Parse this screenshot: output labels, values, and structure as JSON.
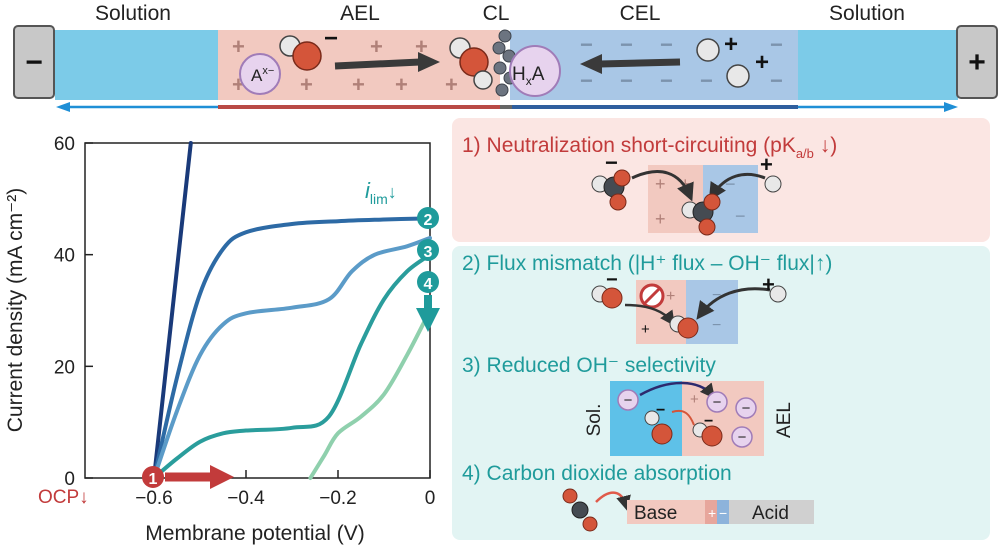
{
  "membrane": {
    "labels": [
      "Solution",
      "AEL",
      "CL",
      "CEL",
      "Solution"
    ],
    "anion_label": "A",
    "anion_sup": "x−",
    "acid_label_h": "H",
    "acid_label_x": "x",
    "acid_label_a": "A",
    "electrode_minus": "−",
    "electrode_plus": "+"
  },
  "chart_data": {
    "type": "line",
    "xlabel": "Membrane potential (V)",
    "ylabel": "Current density (mA cm⁻²)",
    "xlim": [
      -0.75,
      0.0
    ],
    "ylim": [
      0,
      60
    ],
    "xticks": [
      "−0.6",
      "−0.4",
      "−0.2",
      "0"
    ],
    "yticks": [
      "0",
      "20",
      "40",
      "60"
    ],
    "series": [
      {
        "color": "#1a3a7a",
        "x": [
          -0.6,
          -0.52
        ],
        "y": [
          0,
          60
        ]
      },
      {
        "color": "#2d6aa5",
        "x": [
          -0.6,
          -0.55,
          -0.5,
          -0.45,
          -0.4,
          -0.3,
          -0.2,
          -0.1,
          0.0
        ],
        "y": [
          0,
          18,
          33,
          41,
          44,
          45.5,
          46,
          46.3,
          46.5
        ]
      },
      {
        "color": "#5b9bc8",
        "x": [
          -0.6,
          -0.55,
          -0.5,
          -0.45,
          -0.4,
          -0.3,
          -0.22,
          -0.17,
          -0.12,
          -0.05,
          0.0
        ],
        "y": [
          0,
          12,
          22,
          27.5,
          29.5,
          30.5,
          32,
          37,
          40,
          41.5,
          43
        ]
      },
      {
        "color": "#2a9d9c",
        "x": [
          -0.6,
          -0.55,
          -0.5,
          -0.45,
          -0.4,
          -0.3,
          -0.22,
          -0.15,
          -0.1,
          -0.05,
          0.0
        ],
        "y": [
          0,
          3.5,
          6.5,
          8,
          8.5,
          9,
          11,
          24,
          32,
          37,
          40
        ]
      },
      {
        "color": "#8fd0ad",
        "x": [
          -0.26,
          -0.23,
          -0.2,
          -0.15,
          -0.1,
          -0.05,
          0.0
        ],
        "y": [
          0,
          4,
          8,
          11,
          15,
          22,
          30
        ]
      }
    ],
    "annotations": {
      "ocp": "OCP↓",
      "ilim_i": "i",
      "ilim_sub": "lim",
      "ilim_arrow": "↓",
      "markers": [
        "1",
        "2",
        "3",
        "4"
      ]
    }
  },
  "mechanisms": {
    "items": [
      {
        "number": "1)",
        "text": "Neutralization short-circuiting (pK",
        "sub": "a/b",
        "tail": " ↓)"
      },
      {
        "number": "2)",
        "text": "Flux mismatch (|H⁺ flux – OH⁻ flux|↑)"
      },
      {
        "number": "3)",
        "text": "Reduced OH⁻ selectivity"
      },
      {
        "number": "4)",
        "text": "Carbon dioxide absorption"
      }
    ],
    "sol_label": "Sol.",
    "ael_label": "AEL",
    "base_label": "Base",
    "acid_label": "Acid"
  },
  "colors": {
    "ael": "#f2c9c0",
    "cel": "#a9c7e6",
    "solution": "#7ccbe8",
    "red": "#c23b3b",
    "teal": "#1f9b9b",
    "navy": "#1a3a7a"
  }
}
